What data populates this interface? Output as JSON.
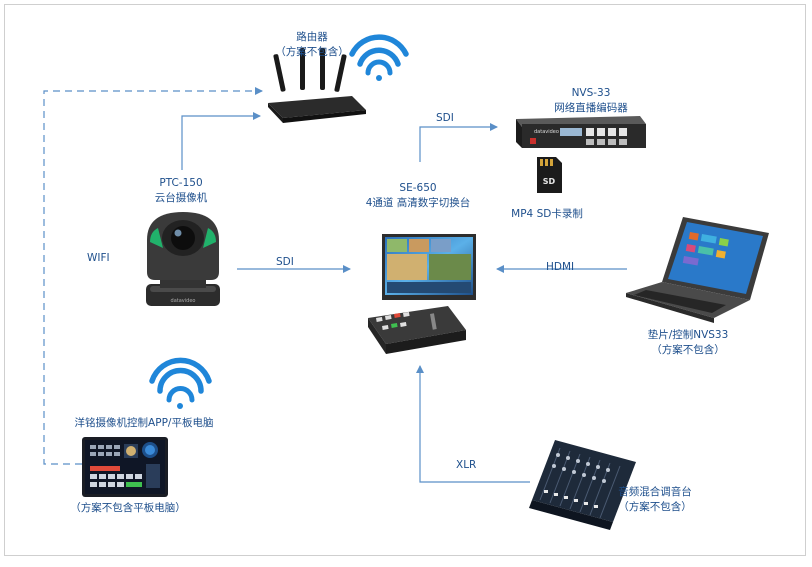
{
  "router": {
    "name": "路由器",
    "note": "（方案不包含）"
  },
  "camera": {
    "model": "PTC-150",
    "name": "云台摄像机"
  },
  "switcher": {
    "model": "SE-650",
    "name": "4通道 高清数字切换台"
  },
  "encoder": {
    "model": "NVS-33",
    "name": "网络直播编码器"
  },
  "sdcard": {
    "caption": "MP4 SD卡录制",
    "card_text": "SD"
  },
  "laptop": {
    "name": "垫片/控制NVS33",
    "note": "（方案不包含）"
  },
  "mixer": {
    "name": "音频混合调音台",
    "note": "（方案不包含）"
  },
  "tablet": {
    "name": "洋铭摄像机控制APP/平板电脑",
    "note": "（方案不包含平板电脑）"
  },
  "links": {
    "sdi_encoder": "SDI",
    "sdi_camera": "SDI",
    "hdmi": "HDMI",
    "xlr": "XLR",
    "wifi": "WIFI"
  },
  "brand": {
    "logo": "datavideo"
  },
  "colors": {
    "line": "#5a8fc7",
    "text": "#1e4f8c",
    "wifi": "#1f86d9"
  }
}
